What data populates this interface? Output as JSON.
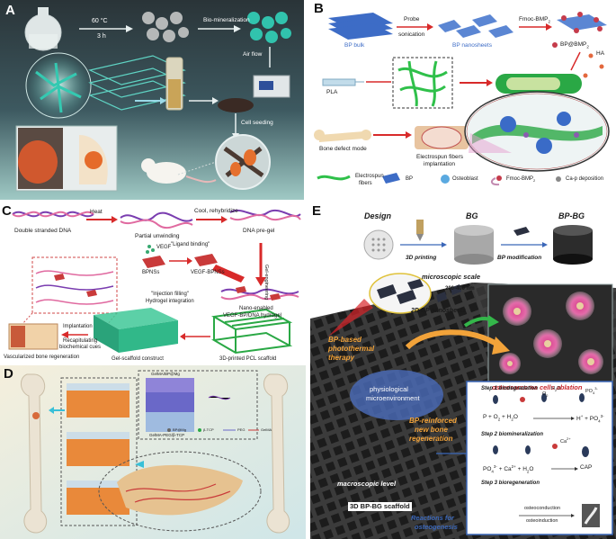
{
  "panels": {
    "a": {
      "label": "A",
      "temp": "60 °C",
      "time": "3 h",
      "biomin": "Bio-mineralization",
      "airflow": "Air flow",
      "seeding": "Cell seeding"
    },
    "b": {
      "label": "B",
      "probe": "Probe",
      "sonication": "sonication",
      "fmoc": "Fmoc-BMP",
      "fmoc_sub": "2",
      "bp_bulk": "BP bulk",
      "bp_nano": "BP nanosheets",
      "bp_bmp": "BP@BMP",
      "bp_bmp_sub": "2",
      "ha": "HA",
      "pla": "PLA",
      "bone_defect": "Bone defect mode",
      "electro_impl": "Electrospun fibers",
      "electro_impl2": "implantation",
      "legend_electro": "Electrospun",
      "legend_fibers": "fibers",
      "legend_bp": "BP",
      "legend_osteo": "Osteoblast",
      "legend_fmoc": "Fmoc-BMP",
      "legend_fmoc_sub": "2",
      "legend_cap": "Ca-p deposition"
    },
    "c": {
      "label": "C",
      "heat": "Heat",
      "cool": "Cool, rehybridize",
      "dsdna": "Double stranded DNA",
      "unwind": "Partial unwinding",
      "pregel": "DNA pre-gel",
      "vegf": "VEGF",
      "ligand": "\"Ligand binding\"",
      "bpnss": "BPNSs",
      "vegf_bpnss": "VEGF-BPNSs",
      "side": "Gel-engineering",
      "nano1": "Nano-enabled",
      "nano2": "VEGF-BP/DNA hydrogel",
      "inj1": "\"Injection filling\"",
      "inj2": "Hydrogel integration",
      "impl": "Implantation",
      "recap1": "Recapitulating",
      "recap2": "biochemical cues",
      "vasc": "Vascularized bone regeneration",
      "gelscaf": "Gel-scaffold construct",
      "pcl": "3D-printed PCL scaffold"
    },
    "d": {
      "label": "D",
      "g1": "GelMA/BP@Mg",
      "g2": "GelMA-PEG/β-TCP",
      "leg1": "BP@Mg",
      "leg2": "β-TCP",
      "leg3": "PEG",
      "leg4": "GelMA"
    },
    "e": {
      "label": "E",
      "design": "Design",
      "bg": "BG",
      "bpbg": "BP-BG",
      "print": "3D printing",
      "bpmod": "BP modification",
      "micro": "microscopic scale",
      "size": "200-400 nm",
      "nanosheets": "2D BP nanosheets",
      "photo1": "BP-based",
      "photo2": "photothermal",
      "photo3": "therapy",
      "ablation": "osteosarcoma cells ablation",
      "physio1": "physiological",
      "physio2": "microenvironment",
      "reinf1": "BP-reinforced",
      "reinf2": "new bone",
      "reinf3": "regeneration",
      "macro": "macroscopic level",
      "scaffold": "3D BP-BG scaffold",
      "react1": "Reactions for",
      "react2": "osteogenesis",
      "step1": "Step 1 biodegradation",
      "o2": "O",
      "o2s": "2",
      "h2o": "H",
      "h2os": "2",
      "h2oe": "O",
      "po4": "PO",
      "po4s": "4",
      "po4c": "3-",
      "eq1a": "P + O",
      "eq1s1": "2",
      "eq1b": " + H",
      "eq1s2": "2",
      "eq1c": "O",
      "eq1r": "H",
      "eq1rc": "+",
      "eq1r2": " + PO",
      "eq1rs": "4",
      "eq1rc2": "3-",
      "step2": "Step 2 biomineralization",
      "ca": "Ca",
      "cac": "2+",
      "eq2a": "PO",
      "eq2s": "4",
      "eq2c": "3-",
      "eq2b": " + Ca",
      "eq2c2": "2+",
      "eq2d": " + H",
      "eq2s2": "2",
      "eq2e": "O",
      "cap": "CAP",
      "step3": "Step 3 bioregeneration",
      "osteocon": "osteoconduction",
      "osteoind": "osteoinduction"
    }
  },
  "colors": {
    "panel_a_bg": "#3a4d52",
    "panel_d_bg": "#f3ecd6",
    "accent_red": "#d8232a",
    "text_orange": "#f2a33a",
    "ablation_red": "#c8262c",
    "box_blue": "#3b67b8"
  }
}
